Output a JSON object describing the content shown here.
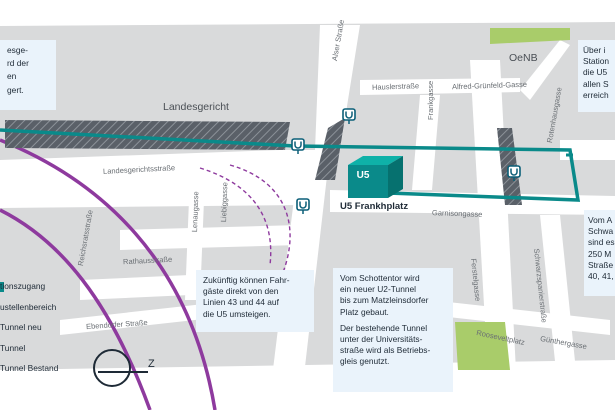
{
  "districts": {
    "landesgericht": "Landesgericht",
    "oenb": "OeNB"
  },
  "streets": {
    "alser_strasse": "Alser Straße",
    "hauslerstrasse": "Hauslerstraße",
    "alfred_gruenfeld_gasse": "Alfred-Grünfeld-Gasse",
    "frankgasse": "Frankgasse",
    "rotenhausgasse": "Rotenhausgasse",
    "landesgerichtsstrasse": "Landesgerichtsstraße",
    "garnisongasse": "Garnisongasse",
    "lenaugasse": "Lenaugasse",
    "liebiggasse": "Liebiggasse",
    "rathausstrasse": "Rathausstraße",
    "schwarzspanierstrasse": "Schwarzspanierstraße",
    "ferstelgasse": "Ferstelgasse",
    "roosevelt_platz": "Rooseveltplatz",
    "guentergasse": "Günthergasse",
    "ebendorfer_strasse": "Ebendorfer Straße",
    "reichsratsstrasse": "Reichsratsstraße"
  },
  "station": {
    "cube_label": "U5",
    "name": "U5 Frankhplatz",
    "u_sign": "U"
  },
  "callouts": {
    "top_left": [
      "esge-",
      "rd der",
      "en",
      "gert."
    ],
    "top_right": [
      "Über i",
      "Station",
      "die U5",
      "allen S",
      "erreich"
    ],
    "right": [
      "Vom A",
      "Schwa",
      "sind es",
      "250 M",
      "Straße",
      "40, 41,"
    ],
    "middle": [
      "Zukünftig können Fahr-",
      "gäste direkt von den",
      "Linien 43 und 44 auf",
      "die U5 umsteigen."
    ],
    "bottom_p1": [
      "Vom Schottentor wird",
      "ein neuer U2-Tunnel",
      "bis zum Matzleinsdorfer",
      "Platz gebaut."
    ],
    "bottom_p2": [
      "Der bestehende Tunnel",
      "unter der Universitäts-",
      "straße wird als Betriebs-",
      "gleis genutzt."
    ]
  },
  "legend": [
    "tionszugang",
    "ustellenbereich",
    "Tunnel neu",
    "Tunnel",
    "Tunnel Bestand"
  ],
  "compass": {
    "letter": "Z"
  },
  "colors": {
    "teal": "#0a8a8a",
    "teal_dark": "#06716f",
    "purple": "#8e3a9e",
    "callout_bg": "#eaf3fb",
    "park": "#a9cc6a",
    "street": "#ffffff",
    "block": "#d9dadb",
    "u_sign": "#0b5f78"
  }
}
